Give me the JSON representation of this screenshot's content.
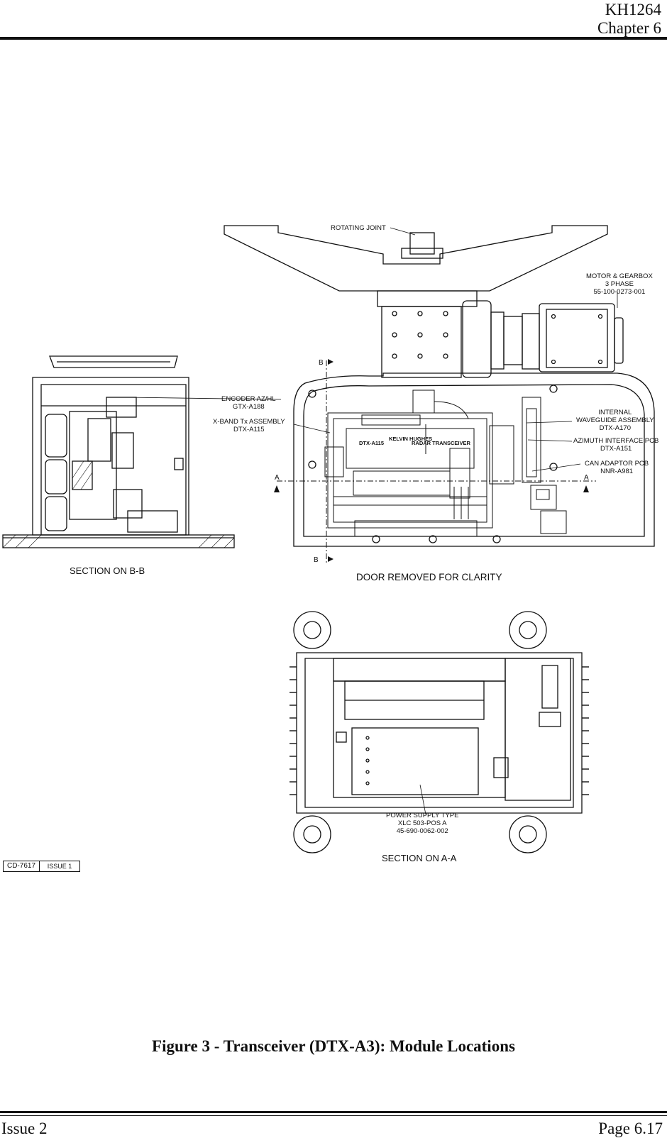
{
  "header": {
    "doc_id": "KH1264",
    "chapter": "Chapter 6"
  },
  "drawing": {
    "labels": {
      "rotating_joint": "ROTATING JOINT",
      "motor": [
        "MOTOR & GEARBOX",
        "3 PHASE",
        "55-100-0273-001"
      ],
      "encoder": [
        "ENCODER AZ/HL",
        "GTX-A188"
      ],
      "xband": [
        "X-BAND Tx ASSEMBLY",
        "DTX-A115"
      ],
      "waveguide": [
        "INTERNAL",
        "WAVEGUIDE ASSEMBLY",
        "DTX-A170"
      ],
      "azimuth": [
        "AZIMUTH INTERFACE PCB",
        "DTX-A151"
      ],
      "can": [
        "CAN ADAPTOR PCB",
        "NNR-A981"
      ],
      "psu": [
        "POWER SUPPLY TYPE",
        "XLC 503-POS A",
        "45-690-0062-002"
      ],
      "section_bb": "SECTION ON B-B",
      "door_removed": "DOOR REMOVED FOR CLARITY",
      "section_aa": "SECTION ON A-A",
      "marker_a": "A",
      "marker_b": "B",
      "module_brand": "KELVIN HUGHES",
      "module_id": "DTX-A115",
      "module_name": "RADAR TRANSCEIVER"
    },
    "cd_number": "CD-7617",
    "issue_box": "ISSUE 1"
  },
  "caption": "Figure 3 - Transceiver (DTX-A3): Module Locations",
  "footer": {
    "issue": "Issue 2",
    "page": "Page 6.17"
  }
}
